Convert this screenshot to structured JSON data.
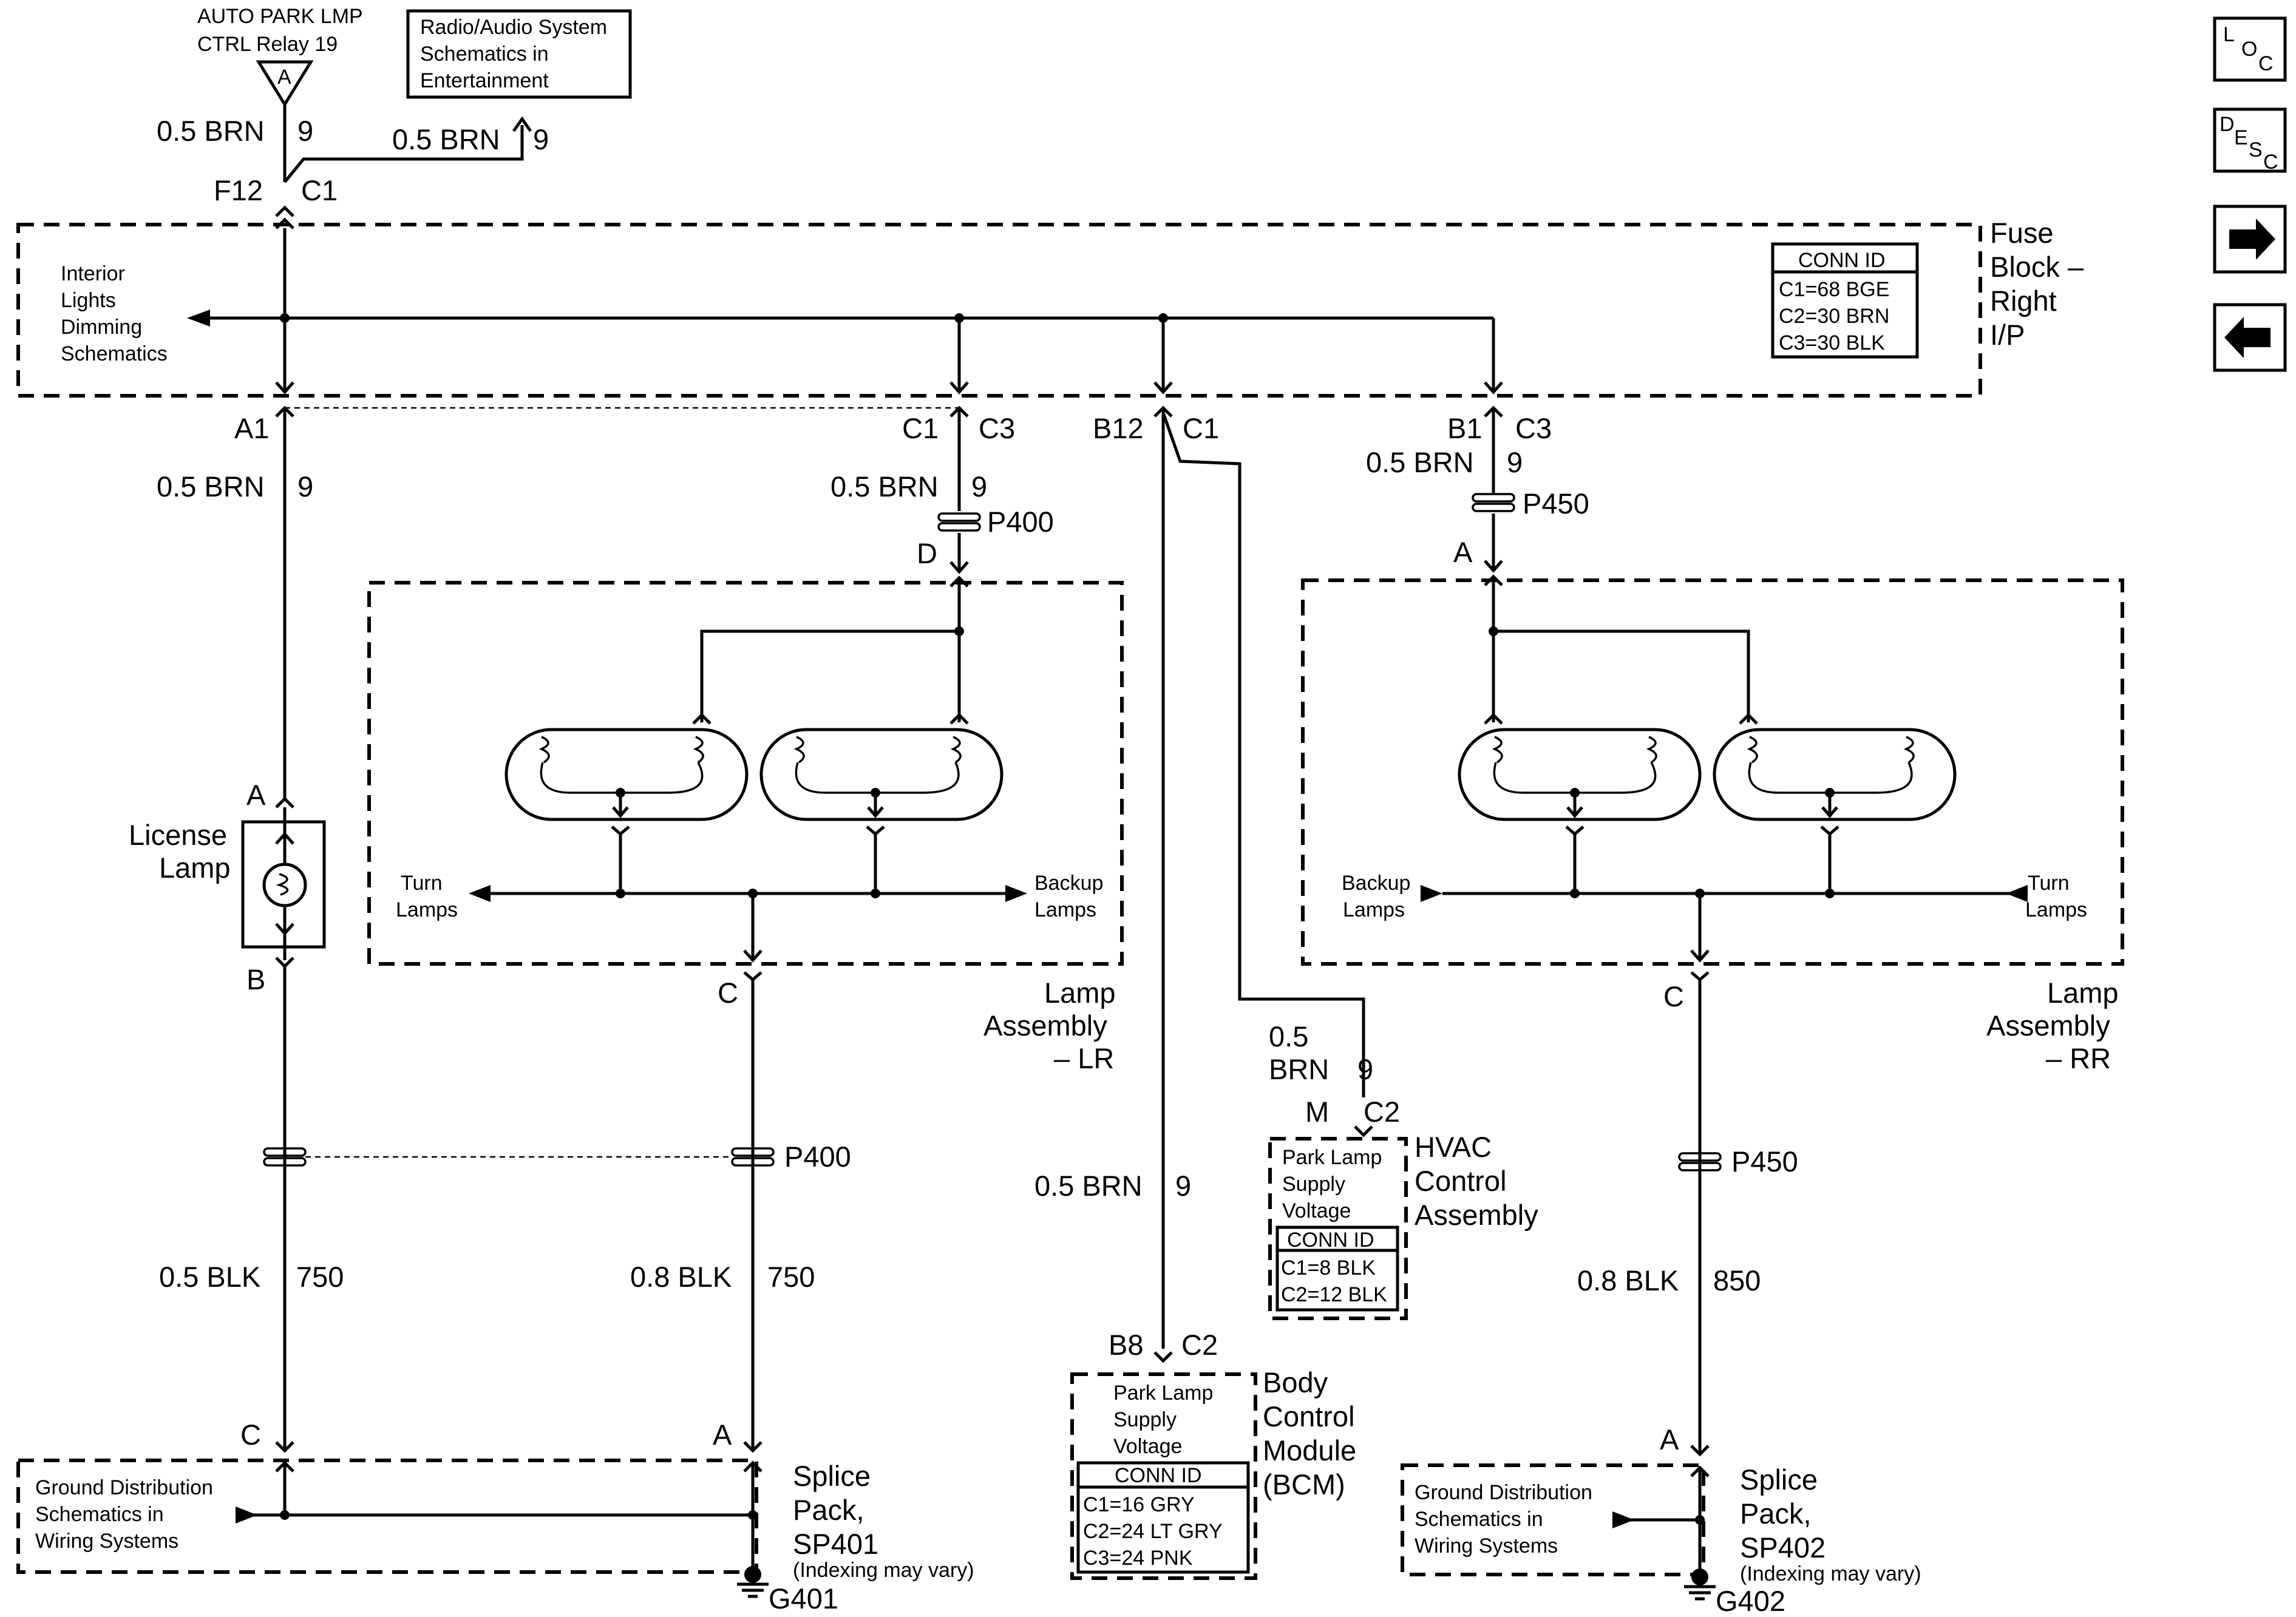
{
  "nav": {
    "loc": {
      "l1": "L",
      "l2": "O",
      "l3": "C"
    },
    "desc": {
      "l1": "D",
      "l2": "E",
      "l3": "S",
      "l4": "C"
    },
    "next_icon": "right-arrow-icon",
    "prev_icon": "left-arrow-icon"
  },
  "relay": {
    "line1": "AUTO PARK LMP",
    "line2": "CTRL Relay 19",
    "tag": "A"
  },
  "radio_box": {
    "line1": "Radio/Audio System",
    "line2": "Schematics in",
    "line3": "Entertainment"
  },
  "fuse_block": {
    "label1": "Fuse",
    "label2": "Block –",
    "label3": "Right",
    "label4": "I/P",
    "interior": {
      "line1": "Interior",
      "line2": "Lights",
      "line3": "Dimming",
      "line4": "Schematics"
    },
    "conn": {
      "title": "CONN ID",
      "c1": "C1=68 BGE",
      "c2": "C2=30 BRN",
      "c3": "C3=30 BLK"
    }
  },
  "wires": {
    "top_wire_a": "0.5 BRN",
    "top_circuit_a": "9",
    "top_wire_b": "0.5 BRN",
    "top_circuit_b": "9",
    "f12": "F12",
    "f12_c1": "C1",
    "a1": "A1",
    "a1_wire": "0.5 BRN",
    "a1_circuit": "9",
    "c1": "C1",
    "c1_c3": "C3",
    "c1_wire": "0.5 BRN",
    "c1_circuit": "9",
    "b12": "B12",
    "b12_c1": "C1",
    "b1": "B1",
    "b1_c3": "C3",
    "b1_wire": "0.5 BRN",
    "b1_circuit": "9",
    "p400_top": "P400",
    "p400_d": "D",
    "p450_top": "P450",
    "p450_a": "A",
    "mid_wire": "0.5 BRN",
    "mid_circuit": "9",
    "hvac_wire1": "0.5",
    "hvac_wire2": "BRN",
    "hvac_circuit": "9",
    "hvac_pin": "M",
    "hvac_conn": "C2",
    "bcm_pin": "B8",
    "bcm_conn": "C2",
    "lic_gnd_wire": "0.5 BLK",
    "lic_gnd_circuit": "750",
    "lr_gnd_wire": "0.8 BLK",
    "lr_gnd_circuit": "750",
    "rr_gnd_wire": "0.8 BLK",
    "rr_gnd_circuit": "850",
    "p400_bottom": "P400",
    "p450_bottom": "P450",
    "pin_c_lic": "C",
    "pin_a_lr": "A",
    "pin_a_rr": "A"
  },
  "license_lamp": {
    "line1": "License",
    "line2": "Lamp",
    "pin_a": "A",
    "pin_b": "B"
  },
  "lamp_lr": {
    "turn1": "Turn",
    "turn2": "Lamps",
    "backup1": "Backup",
    "backup2": "Lamps",
    "pin_c": "C",
    "label1": "Lamp",
    "label2": "Assembly",
    "label3": "– LR"
  },
  "lamp_rr": {
    "backup1": "Backup",
    "backup2": "Lamps",
    "turn1": "Turn",
    "turn2": "Lamps",
    "pin_c": "C",
    "label1": "Lamp",
    "label2": "Assembly",
    "label3": "– RR"
  },
  "hvac": {
    "box1": "Park Lamp",
    "box2": "Supply",
    "box3": "Voltage",
    "label1": "HVAC",
    "label2": "Control",
    "label3": "Assembly",
    "conn": {
      "title": "CONN ID",
      "c1": "C1=8 BLK",
      "c2": "C2=12 BLK"
    }
  },
  "bcm": {
    "box1": "Park Lamp",
    "box2": "Supply",
    "box3": "Voltage",
    "label1": "Body",
    "label2": "Control",
    "label3": "Module",
    "label4": "(BCM)",
    "conn": {
      "title": "CONN ID",
      "c1": "C1=16 GRY",
      "c2": "C2=24 LT GRY",
      "c3": "C3=24 PNK"
    }
  },
  "sp401": {
    "gd1": "Ground Distribution",
    "gd2": "Schematics in",
    "gd3": "Wiring Systems",
    "label1": "Splice",
    "label2": "Pack,",
    "label3": "SP401",
    "note": "(Indexing may vary)",
    "ground": "G401"
  },
  "sp402": {
    "gd1": "Ground Distribution",
    "gd2": "Schematics in",
    "gd3": "Wiring Systems",
    "label1": "Splice",
    "label2": "Pack,",
    "label3": "SP402",
    "note": "(Indexing may vary)",
    "ground": "G402"
  }
}
